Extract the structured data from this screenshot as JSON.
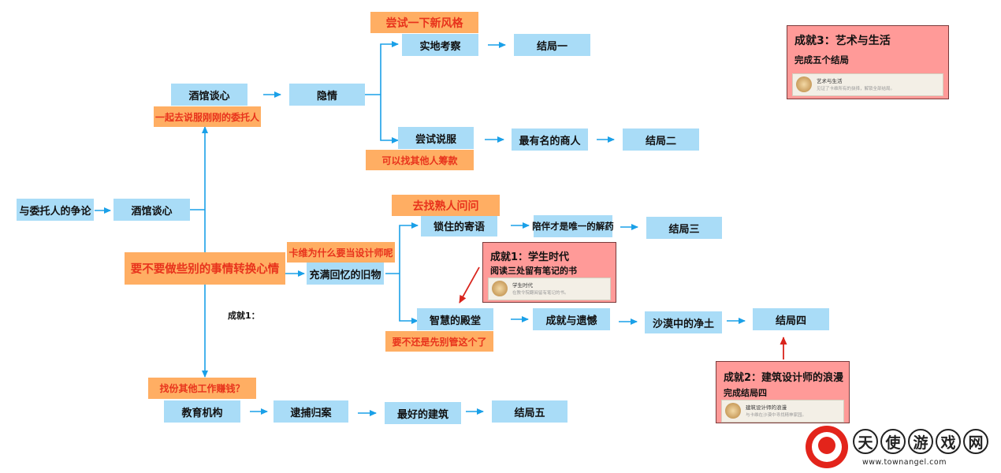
{
  "colors": {
    "node": "#a9dcf7",
    "note": "#ffae63",
    "note_text": "#e8331c",
    "achievement": "#ff9a98",
    "wire": "#1aa0e8",
    "red_arrow": "#d9241c"
  },
  "nodes": {
    "dispute": "与委托人的争论",
    "tavern_left": "酒馆谈心",
    "tavern_top": "酒馆谈心",
    "hidden": "隐情",
    "field_visit": "实地考察",
    "ending1": "结局一",
    "persuade": "尝试说服",
    "famous_merchant": "最有名的商人",
    "ending2": "结局二",
    "memory_items": "充满回忆的旧物",
    "locked_letter": "锁住的寄语",
    "companionship": "陪伴才是唯一的解药",
    "ending3": "结局三",
    "wisdom_hall": "智慧的殿堂",
    "achieve_regret": "成就与遗憾",
    "desert_land": "沙漠中的净土",
    "ending4": "结局四",
    "education": "教育机构",
    "arrest": "逮捕归案",
    "best_building": "最好的建筑",
    "ending5": "结局五"
  },
  "notes": {
    "try_new_style": "尝试一下新风格",
    "persuade_client": "一起去说服刚刚的委托人",
    "find_others": "可以找其他人筹款",
    "ask_friend": "去找熟人问问",
    "why_designer": "卡维为什么要当设计师呢",
    "change_mood": "要不要做些别的事情转换心情",
    "dont_bother": "要不还是先别管这个了",
    "other_job": "找份其他工作赚钱？"
  },
  "stray_label": "成就1：",
  "achievements": {
    "a1": {
      "title": "成就1：学生时代",
      "subtitle": "阅读三处留有笔记的书",
      "badge_title": "学生时代",
      "badge_desc": "在教令院翻阅留有笔记的书。"
    },
    "a2": {
      "title": "成就2：建筑设计师的浪漫",
      "subtitle": "完成结局四",
      "badge_title": "建筑设计师的浪漫",
      "badge_desc": "与卡维在沙漠中寻找精神家园。"
    },
    "a3": {
      "title": "成就3：艺术与生活",
      "subtitle": "完成五个结局",
      "badge_title": "艺术与生活",
      "badge_desc": "见证了卡维所有的抉择，解锁全部结局。"
    }
  },
  "watermark": {
    "chars": [
      "天",
      "使",
      "游",
      "戏",
      "网"
    ],
    "url": "www.townangel.com"
  }
}
